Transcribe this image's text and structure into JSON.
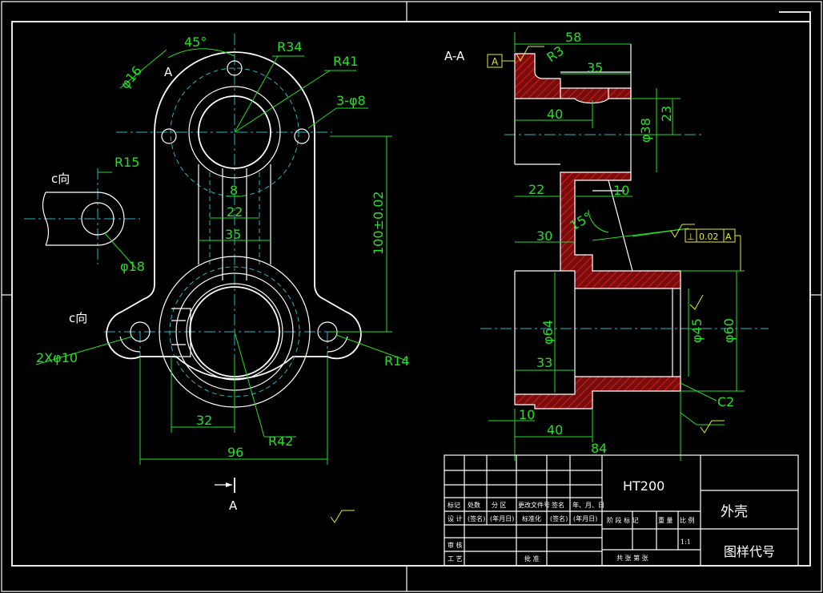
{
  "drawing": {
    "material": "HT200",
    "part_name": "外壳",
    "drawing_code": "图样代号",
    "scale": "1:1",
    "section_label": "A-A",
    "view_arrow_label": "A",
    "view_arrow_label_2": "A",
    "c_view_1": "c向",
    "c_view_2": "c向"
  },
  "dimensions": {
    "d_45deg": "45°",
    "d_r34": "R34",
    "d_r41": "R41",
    "d_3phi8": "3-φ8",
    "d_phi16": "φ16",
    "d_r15": "R15",
    "d_phi18": "φ18",
    "d_8": "8",
    "d_22": "22",
    "d_35": "35",
    "d_100": "100±0.02",
    "d_2xphi10": "2Xφ10",
    "d_r14": "R14",
    "d_32": "32",
    "d_96": "96",
    "d_r42": "R42",
    "s_58": "58",
    "s_r3": "R3",
    "s_35": "35",
    "s_40a": "40",
    "s_23": "23",
    "s_phi38": "φ38",
    "s_22": "22",
    "s_10a": "10",
    "s_15deg": "15°",
    "s_30": "30",
    "s_tol": "0.02",
    "s_datum": "A",
    "s_datum_left": "A",
    "s_phi64": "φ64",
    "s_phi45": "φ45",
    "s_phi60": "φ60",
    "s_33": "33",
    "s_c2": "C2",
    "s_10b": "10",
    "s_40b": "40",
    "s_84": "84"
  },
  "title_block": {
    "h_mark": "标记",
    "h_count": "处数",
    "h_zone": "分 区",
    "h_docno": "更改文件号",
    "h_sign": "签名",
    "h_date": "年、月、日",
    "r_design": "设 计",
    "r_sign": "(签名)",
    "r_date": "(年月日)",
    "r_std": "标准化",
    "r_sign2": "(签名)",
    "r_date2": "(年月日)",
    "r_stage": "阶 段 标 记",
    "r_weight": "重 量",
    "r_ratio": "比 例",
    "r_check": "审 核",
    "r_craft": "工 艺",
    "r_approve": "批 准",
    "r_sheets": "共 张 第 张"
  }
}
